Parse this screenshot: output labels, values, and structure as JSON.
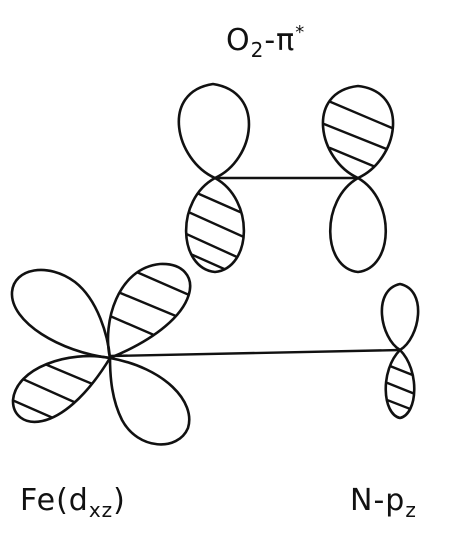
{
  "labels": {
    "o2_main": "O",
    "o2_sub": "2",
    "o2_sep": "-π",
    "o2_sup": "*",
    "fe_main": "Fe",
    "fe_paren_open": "(d",
    "fe_sub": "xz",
    "fe_paren_close": ")",
    "n_main": "N-p",
    "n_sub": "z"
  }
}
